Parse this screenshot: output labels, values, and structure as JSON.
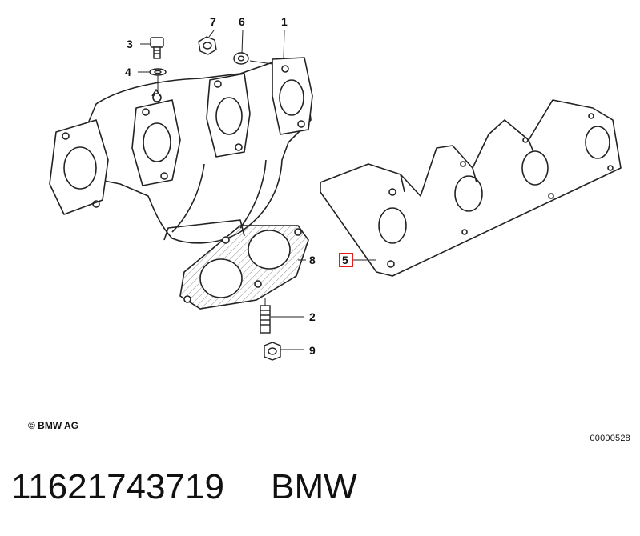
{
  "callouts": [
    {
      "id": "1",
      "label": "1"
    },
    {
      "id": "2",
      "label": "2"
    },
    {
      "id": "3",
      "label": "3"
    },
    {
      "id": "4",
      "label": "4"
    },
    {
      "id": "5",
      "label": "5",
      "highlighted": true
    },
    {
      "id": "6",
      "label": "6"
    },
    {
      "id": "7",
      "label": "7"
    },
    {
      "id": "8",
      "label": "8"
    },
    {
      "id": "9",
      "label": "9"
    }
  ],
  "copyright": "© BMW AG",
  "drawing_code": "00000528",
  "footer": {
    "part_number": "11621743719",
    "brand": "BMW"
  },
  "colors": {
    "line": "#222222",
    "highlight": "#e0201e",
    "background": "#ffffff"
  }
}
